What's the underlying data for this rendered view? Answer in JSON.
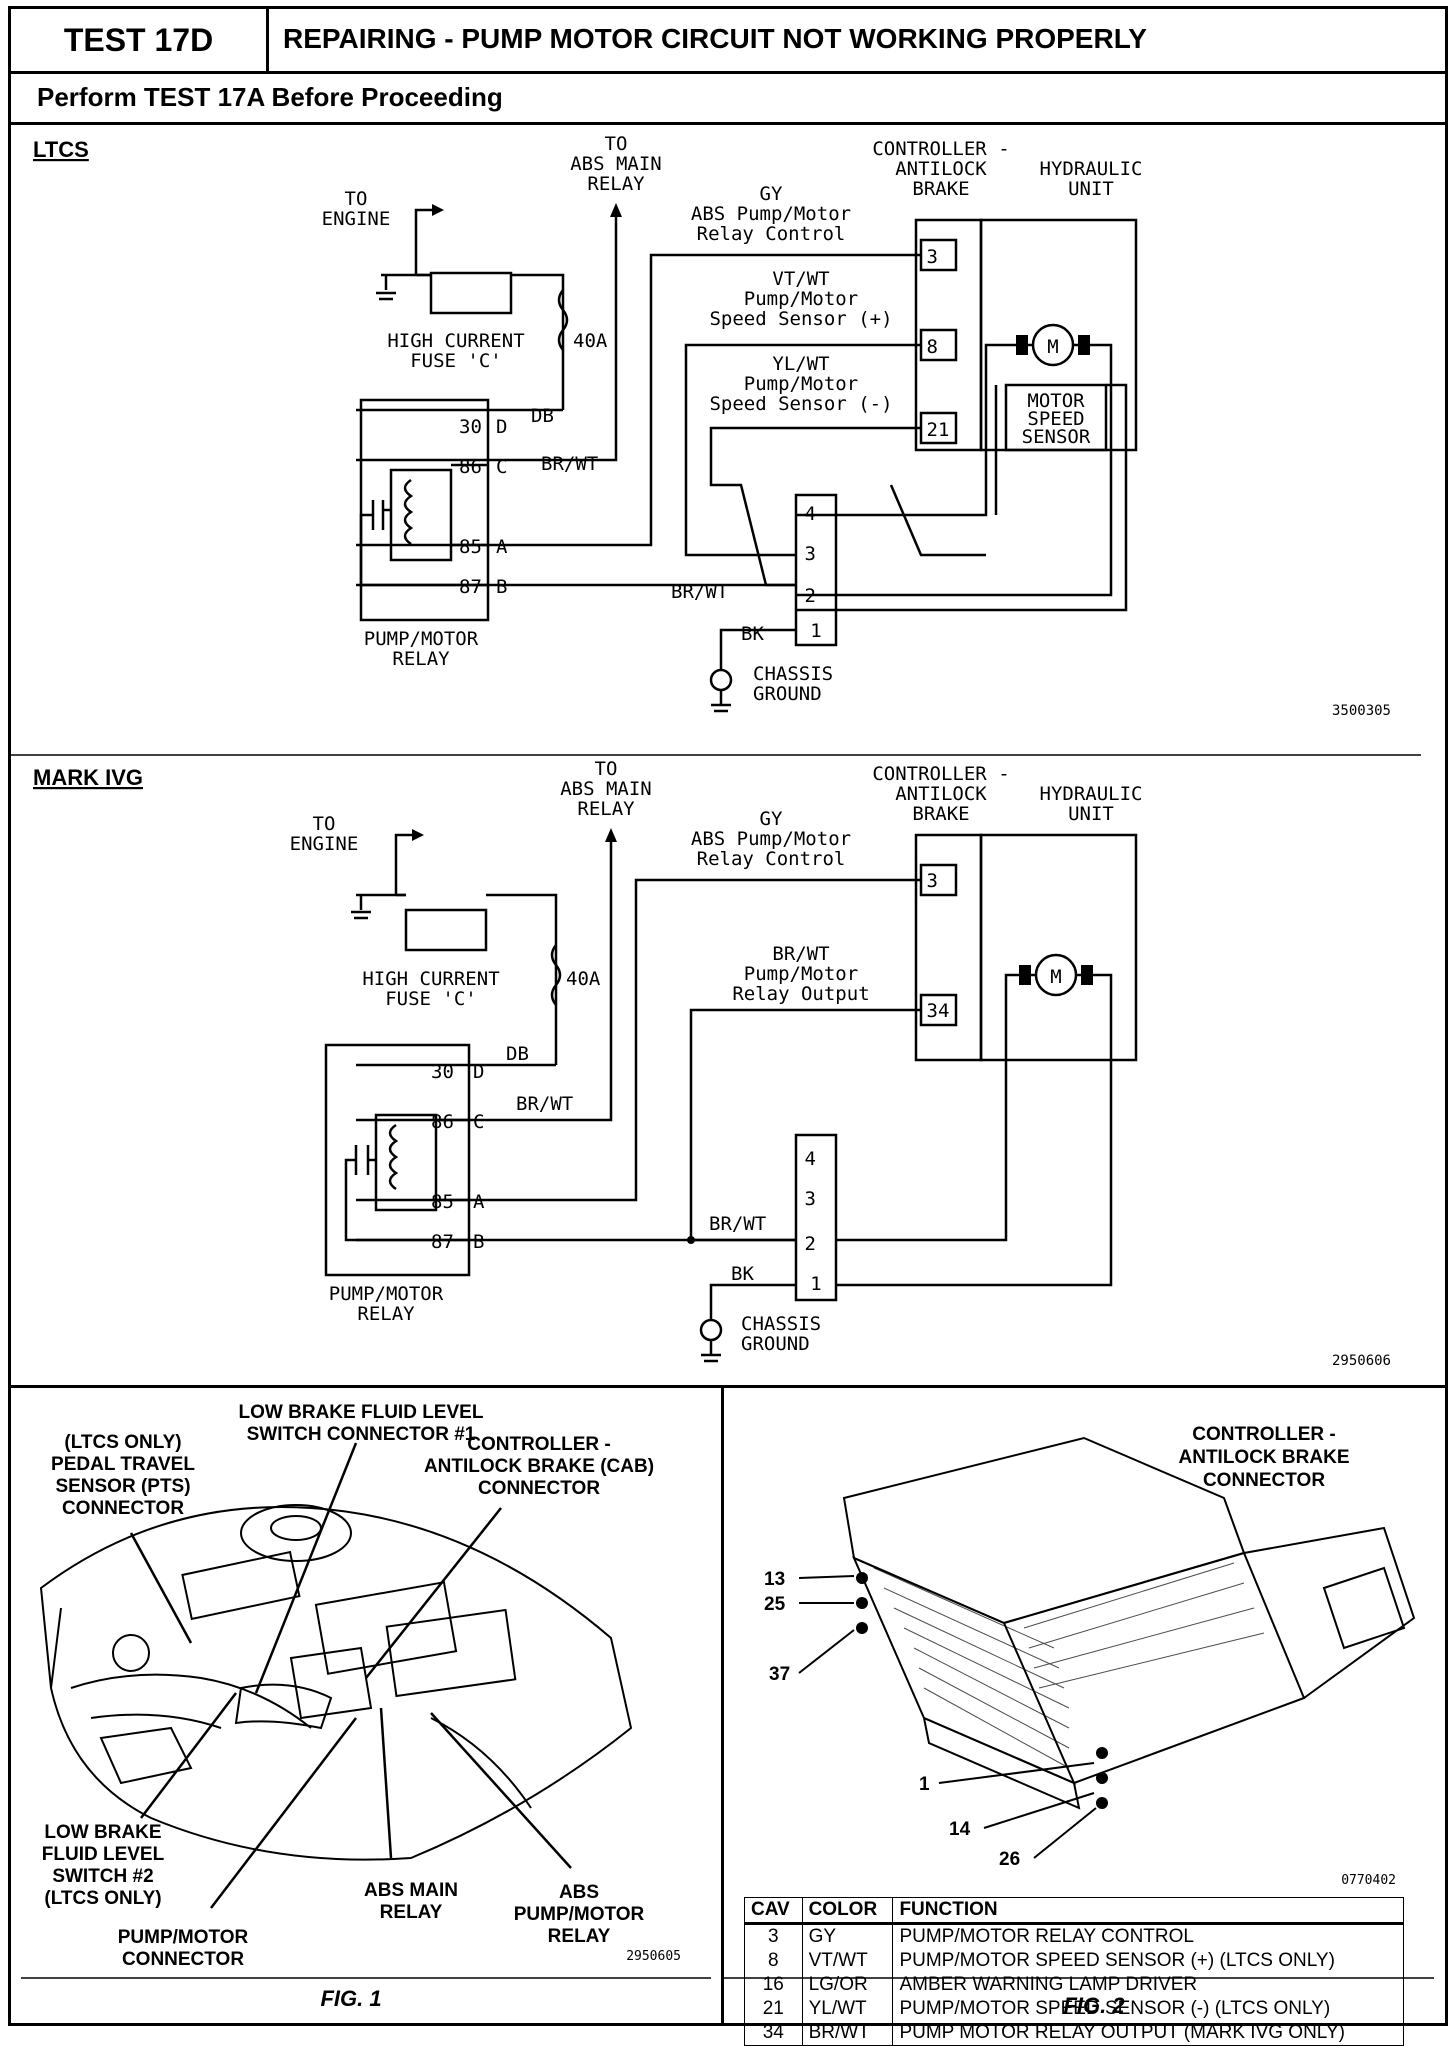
{
  "header": {
    "test_id": "TEST 17D",
    "title": "REPAIRING - PUMP MOTOR CIRCUIT NOT WORKING PROPERLY",
    "subtitle": "Perform TEST 17A Before Proceeding"
  },
  "ltcs": {
    "section_label": "LTCS",
    "to_engine": [
      "TO",
      "ENGINE"
    ],
    "to_abs_main_relay": [
      "TO",
      "ABS MAIN",
      "RELAY"
    ],
    "controller": [
      "CONTROLLER -",
      "ANTILOCK",
      "BRAKE"
    ],
    "hydraulic_unit": [
      "HYDRAULIC",
      "UNIT"
    ],
    "gy_label": [
      "GY",
      "ABS Pump/Motor",
      "Relay Control"
    ],
    "vtwt_label": [
      "VT/WT",
      "Pump/Motor",
      "Speed Sensor (+)"
    ],
    "ylwt_label": [
      "YL/WT",
      "Pump/Motor",
      "Speed Sensor (-)"
    ],
    "fuse": [
      "HIGH CURRENT",
      "FUSE 'C'"
    ],
    "fuse_amps": "40A",
    "relay_pins": [
      "30",
      "86",
      "85",
      "87"
    ],
    "relay_letters": [
      "D",
      "C",
      "A",
      "B"
    ],
    "wire_db": "DB",
    "wire_brwt": "BR/WT",
    "wire_brwt2": "BR/WT",
    "wire_bk": "BK",
    "pins": [
      "3",
      "8",
      "21"
    ],
    "connector_pins": [
      "4",
      "3",
      "2",
      "1"
    ],
    "motor": "M",
    "motor_speed_sensor": [
      "MOTOR",
      "SPEED",
      "SENSOR"
    ],
    "relay_label": [
      "PUMP/MOTOR",
      "RELAY"
    ],
    "ground_label": [
      "CHASSIS",
      "GROUND"
    ],
    "ref": "3500305"
  },
  "markivg": {
    "section_label": "MARK IVG",
    "to_engine": [
      "TO",
      "ENGINE"
    ],
    "to_abs_main_relay": [
      "TO",
      "ABS MAIN",
      "RELAY"
    ],
    "controller": [
      "CONTROLLER -",
      "ANTILOCK",
      "BRAKE"
    ],
    "hydraulic_unit": [
      "HYDRAULIC",
      "UNIT"
    ],
    "gy_label": [
      "GY",
      "ABS Pump/Motor",
      "Relay Control"
    ],
    "brwt_label": [
      "BR/WT",
      "Pump/Motor",
      "Relay Output"
    ],
    "fuse": [
      "HIGH CURRENT",
      "FUSE 'C'"
    ],
    "fuse_amps": "40A",
    "relay_pins": [
      "30",
      "86",
      "85",
      "87"
    ],
    "relay_letters": [
      "D",
      "C",
      "A",
      "B"
    ],
    "wire_db": "DB",
    "wire_brwt": "BR/WT",
    "wire_brwt2": "BR/WT",
    "wire_bk": "BK",
    "pins": [
      "3",
      "34"
    ],
    "connector_pins": [
      "4",
      "3",
      "2",
      "1"
    ],
    "motor": "M",
    "relay_label": [
      "PUMP/MOTOR",
      "RELAY"
    ],
    "ground_label": [
      "CHASSIS",
      "GROUND"
    ],
    "ref": "2950606"
  },
  "fig1": {
    "caption": "FIG. 1",
    "labels": {
      "low_fluid_1": [
        "LOW BRAKE FLUID LEVEL",
        "SWITCH CONNECTOR #1"
      ],
      "pts": [
        "(LTCS ONLY)",
        "PEDAL TRAVEL",
        "SENSOR (PTS)",
        "CONNECTOR"
      ],
      "cab": [
        "CONTROLLER -",
        "ANTILOCK BRAKE (CAB)",
        "CONNECTOR"
      ],
      "low_fluid_2": [
        "LOW BRAKE",
        "FLUID LEVEL",
        "SWITCH #2",
        "(LTCS ONLY)"
      ],
      "abs_main_relay": [
        "ABS MAIN",
        "RELAY"
      ],
      "abs_pump_relay": [
        "ABS",
        "PUMP/MOTOR",
        "RELAY"
      ],
      "pump_connector": [
        "PUMP/MOTOR",
        "CONNECTOR"
      ]
    },
    "ref": "2950605"
  },
  "fig2": {
    "caption": "FIG. 2",
    "title": [
      "CONTROLLER -",
      "ANTILOCK BRAKE",
      "CONNECTOR"
    ],
    "pin_callouts": [
      "13",
      "25",
      "37",
      "1",
      "14",
      "26"
    ],
    "ref": "0770402",
    "table": {
      "headers": [
        "CAV",
        "COLOR",
        "FUNCTION"
      ],
      "rows": [
        [
          "3",
          "GY",
          "PUMP/MOTOR RELAY CONTROL"
        ],
        [
          "8",
          "VT/WT",
          "PUMP/MOTOR SPEED SENSOR (+) (LTCS ONLY)"
        ],
        [
          "16",
          "LG/OR",
          "AMBER WARNING LAMP DRIVER"
        ],
        [
          "21",
          "YL/WT",
          "PUMP/MOTOR SPEED SENSOR (-) (LTCS ONLY)"
        ],
        [
          "34",
          "BR/WT",
          "PUMP MOTOR RELAY OUTPUT (MARK IVG ONLY)"
        ]
      ]
    }
  }
}
